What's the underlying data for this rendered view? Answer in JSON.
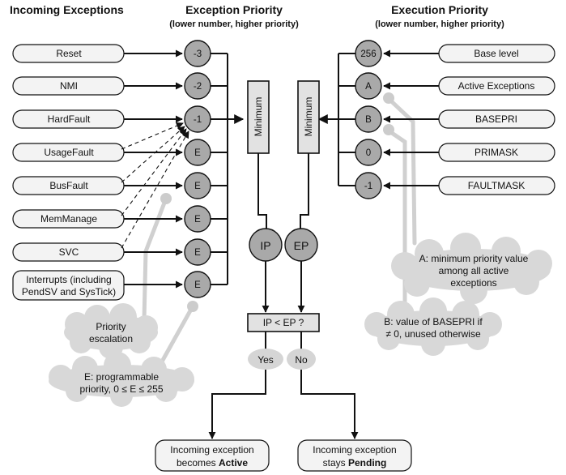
{
  "headers": {
    "incoming": "Incoming Exceptions",
    "exception_priority": "Exception Priority",
    "exception_priority_sub": "(lower number, higher priority)",
    "execution_priority": "Execution Priority",
    "execution_priority_sub": "(lower number, higher priority)"
  },
  "incoming": [
    {
      "label": "Reset",
      "priority": "-3"
    },
    {
      "label": "NMI",
      "priority": "-2"
    },
    {
      "label": "HardFault",
      "priority": "-1"
    },
    {
      "label": "UsageFault",
      "priority": "E"
    },
    {
      "label": "BusFault",
      "priority": "E"
    },
    {
      "label": "MemManage",
      "priority": "E"
    },
    {
      "label": "SVC",
      "priority": "E"
    },
    {
      "label_line1": "Interrupts (including",
      "label_line2": "PendSV and SysTick)",
      "priority": "E"
    }
  ],
  "execution": [
    {
      "label": "Base level",
      "priority": "256"
    },
    {
      "label": "Active Exceptions",
      "priority": "A"
    },
    {
      "label": "BASEPRI",
      "priority": "B"
    },
    {
      "label": "PRIMASK",
      "priority": "0"
    },
    {
      "label": "FAULTMASK",
      "priority": "-1"
    }
  ],
  "minimum_label": "Minimum",
  "ip_label": "IP",
  "ep_label": "EP",
  "compare_label": "IP < EP ?",
  "yes_label": "Yes",
  "no_label": "No",
  "result_active": {
    "line1": "Incoming exception",
    "line2_prefix": "becomes ",
    "line2_bold": "Active"
  },
  "result_pending": {
    "line1": "Incoming exception",
    "line2_prefix": "stays ",
    "line2_bold": "Pending"
  },
  "notes": {
    "escalation_line1": "Priority",
    "escalation_line2": "escalation",
    "e_line1": "E: programmable",
    "e_line2": "priority, 0 ≤ E ≤ 255",
    "a_line1": "A: minimum priority value",
    "a_line2": "among all active",
    "a_line3": "exceptions",
    "b_line1": "B: value of BASEPRI if",
    "b_line2": "≠ 0, unused otherwise"
  }
}
